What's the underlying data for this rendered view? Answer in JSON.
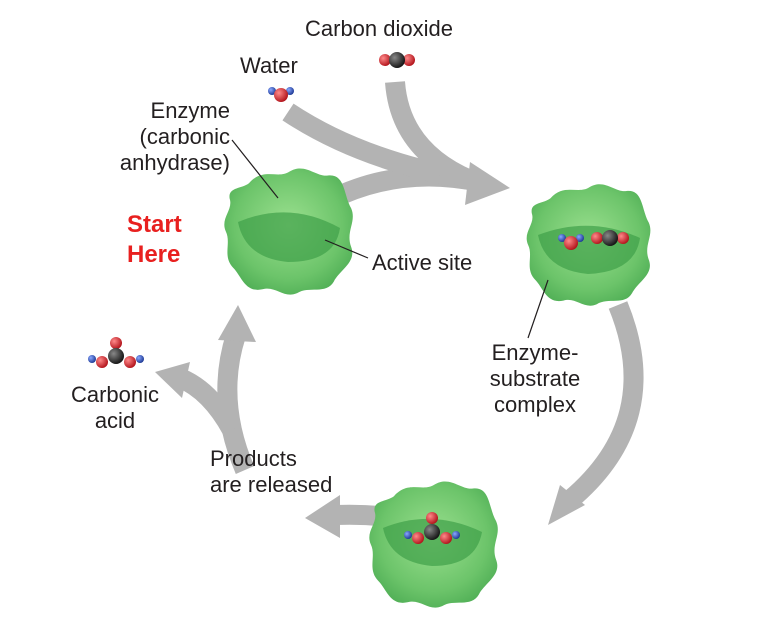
{
  "labels": {
    "carbon_dioxide": "Carbon dioxide",
    "water": "Water",
    "enzyme": [
      "Enzyme",
      "(carbonic",
      "anhydrase)"
    ],
    "start": [
      "Start",
      "Here"
    ],
    "active_site": "Active site",
    "complex": [
      "Enzyme-",
      "substrate",
      "complex"
    ],
    "products": [
      "Products",
      "are released"
    ],
    "carbonic_acid": [
      "Carbonic",
      "acid"
    ]
  },
  "colors": {
    "arrow": "#b3b3b3",
    "enzyme": "#6cc46a",
    "start": "#e8201f",
    "oxygen": "#d3202a",
    "carbon": "#333333",
    "hydrogen": "#2a4fb8"
  }
}
